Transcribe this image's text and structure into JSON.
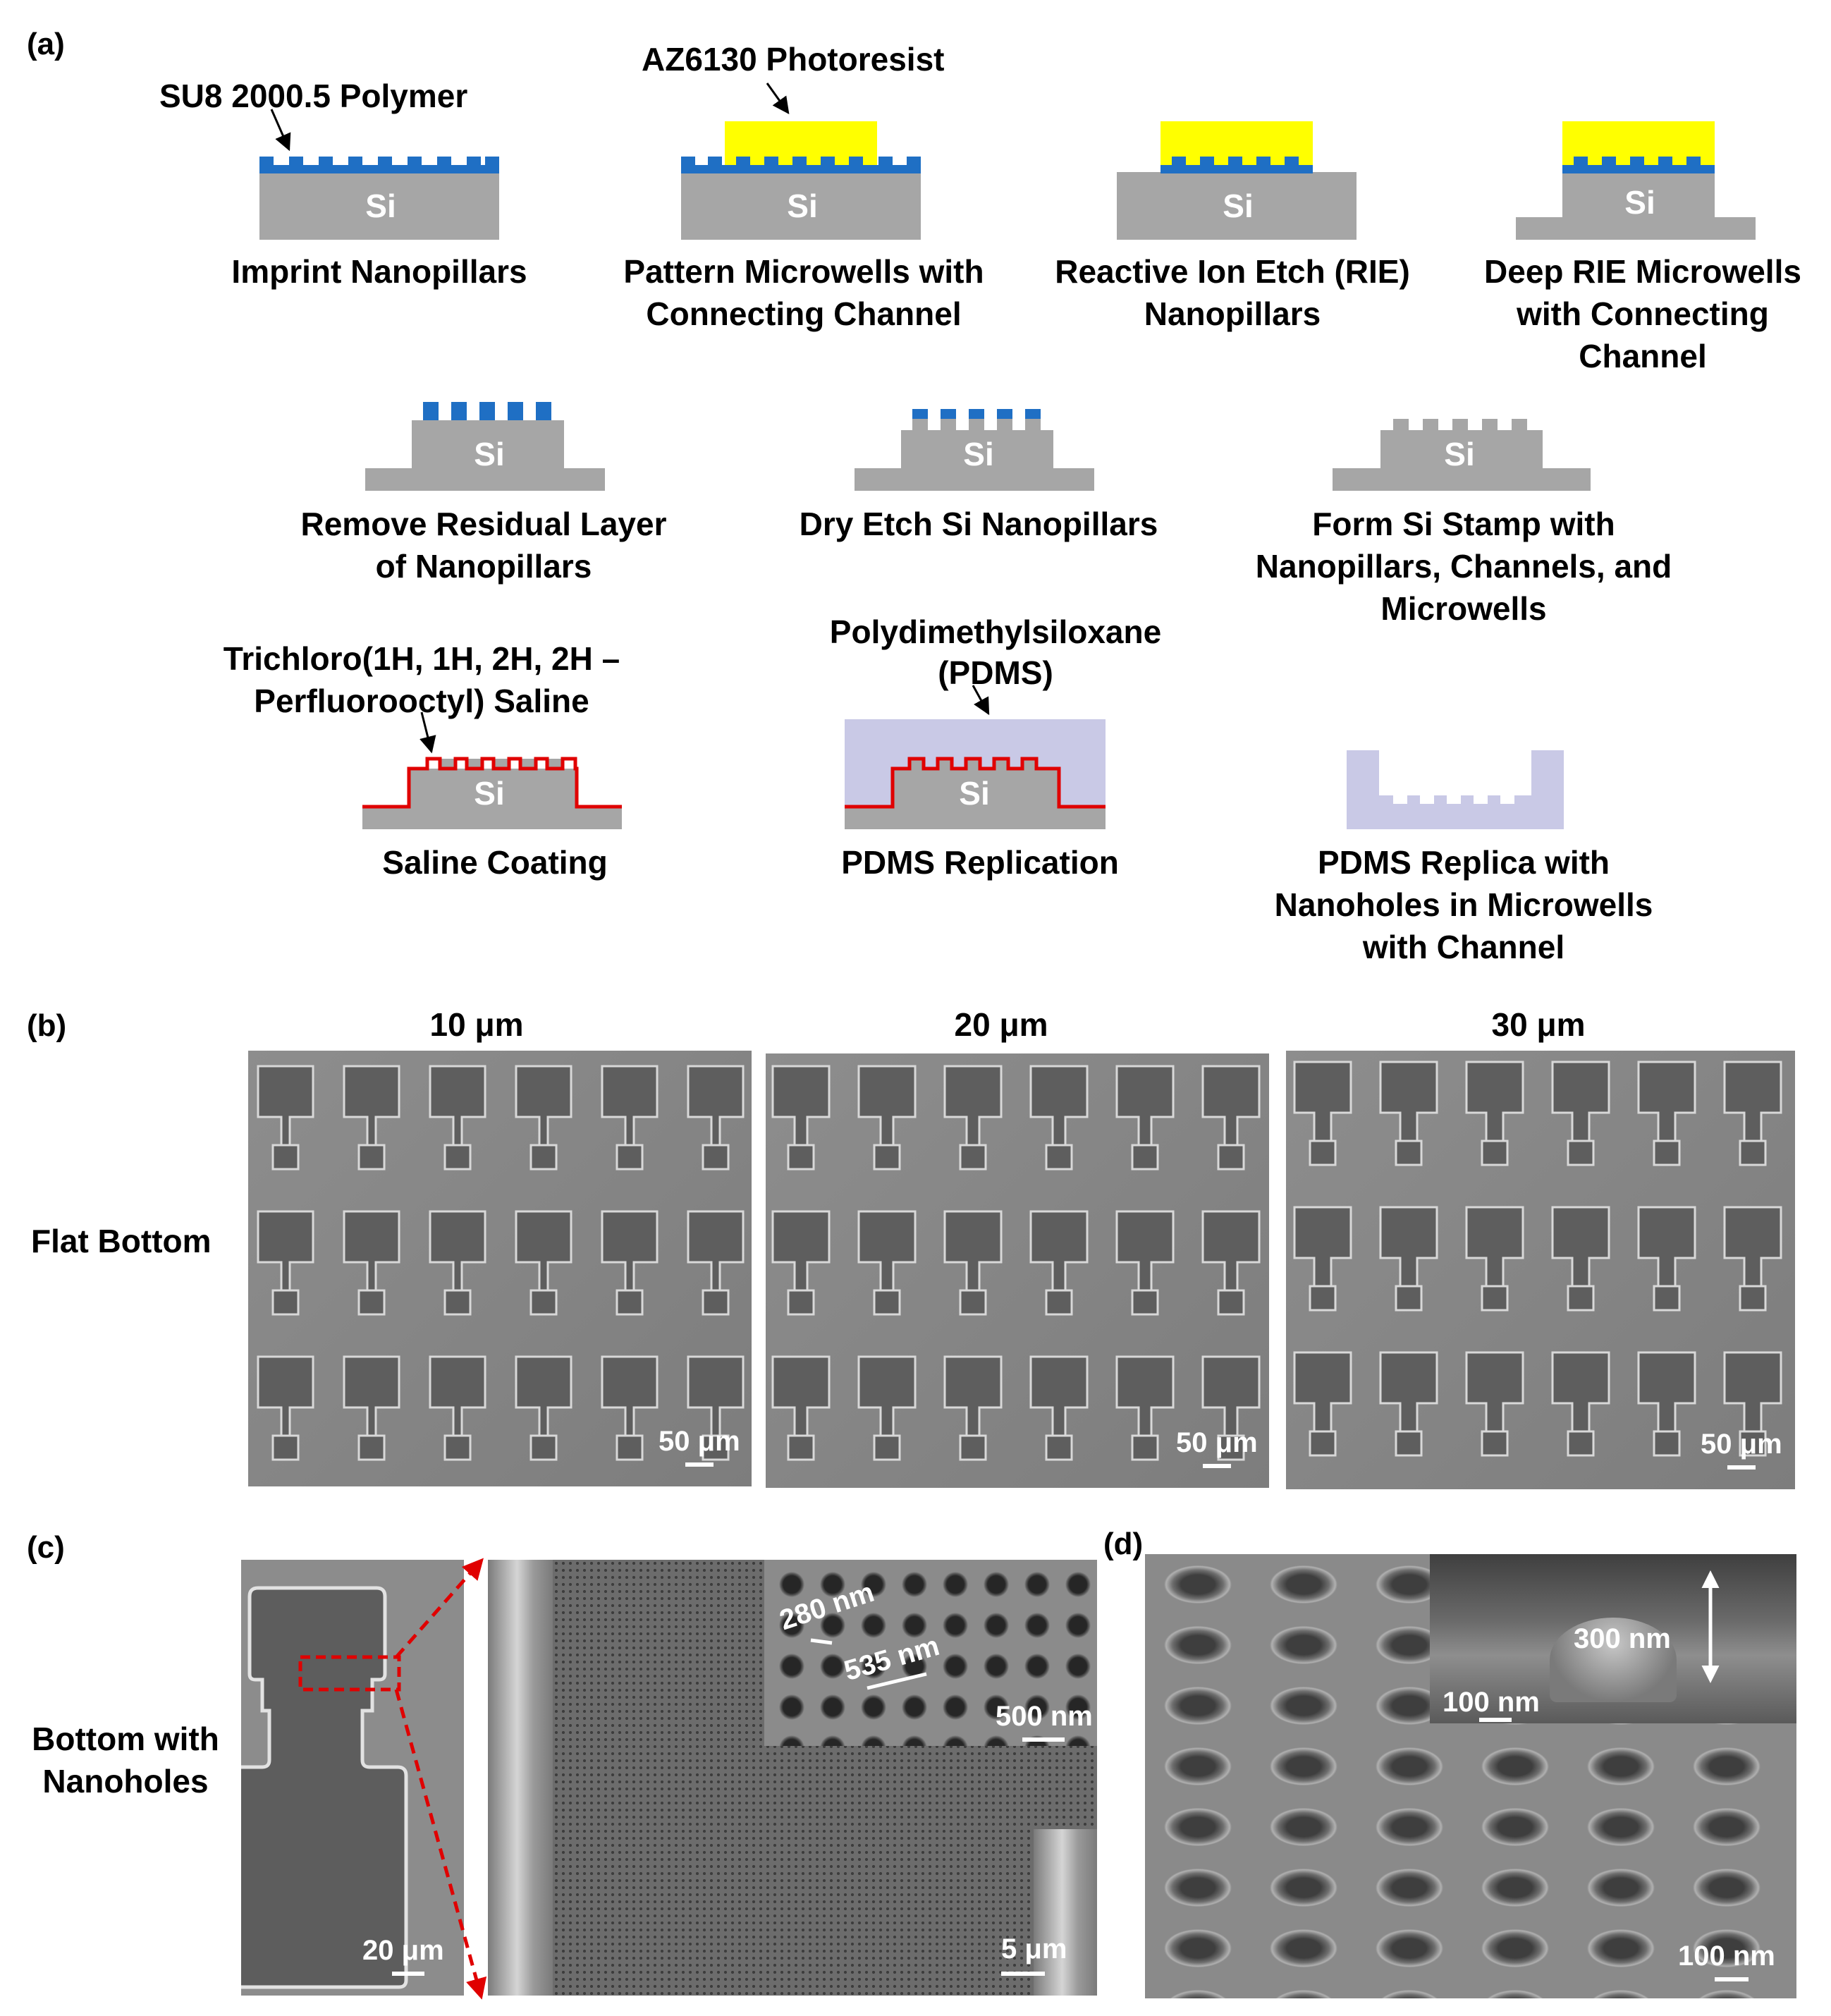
{
  "panels": {
    "a": "(a)",
    "b": "(b)",
    "c": "(c)",
    "d": "(d)"
  },
  "layers": {
    "substrate": "Si",
    "su8_label": "SU8 2000.5 Polymer",
    "az_label": "AZ6130 Photoresist",
    "pdms_label_1": "Polydimethylsiloxane",
    "pdms_label_2": "(PDMS)",
    "saline_label_1": "Trichloro(1H, 1H, 2H, 2H –",
    "saline_label_2": "Perfluorooctyl) Saline"
  },
  "colors": {
    "silicon": "#a6a6a6",
    "su8": "#1f6fc4",
    "photoresist": "#ffff00",
    "pdms": "#c9c9e6",
    "coating": "#e00000",
    "zoom_box": "#e00000"
  },
  "steps": [
    {
      "lines": [
        "Imprint Nanopillars"
      ]
    },
    {
      "lines": [
        "Pattern Microwells with",
        "Connecting Channel"
      ]
    },
    {
      "lines": [
        "Reactive Ion Etch (RIE)",
        "Nanopillars"
      ]
    },
    {
      "lines": [
        "Deep RIE Microwells",
        "with Connecting",
        "Channel"
      ]
    },
    {
      "lines": [
        "Remove Residual Layer",
        "of Nanopillars"
      ]
    },
    {
      "lines": [
        "Dry Etch Si Nanopillars"
      ]
    },
    {
      "lines": [
        "Form Si Stamp with",
        "Nanopillars, Channels, and",
        "Microwells"
      ]
    },
    {
      "lines": [
        "Saline Coating"
      ]
    },
    {
      "lines": [
        "PDMS Replication"
      ]
    },
    {
      "lines": [
        "PDMS Replica with",
        "Nanoholes in Microwells",
        "with Channel"
      ]
    }
  ],
  "sem_b": {
    "columns": [
      "10 μm",
      "20 μm",
      "30 μm"
    ],
    "row_label": "Flat Bottom",
    "scale": "50 μm"
  },
  "sem_c": {
    "row_label_1": "Bottom with",
    "row_label_2": "Nanoholes",
    "scale_left": "20 μm",
    "scale_zoom": "5 μm",
    "scale_inset": "500 nm",
    "dim_hole": "280 nm",
    "dim_pitch": "535 nm"
  },
  "sem_d": {
    "scale_main": "100 nm",
    "scale_inset": "100 nm",
    "dim_depth": "300 nm"
  }
}
